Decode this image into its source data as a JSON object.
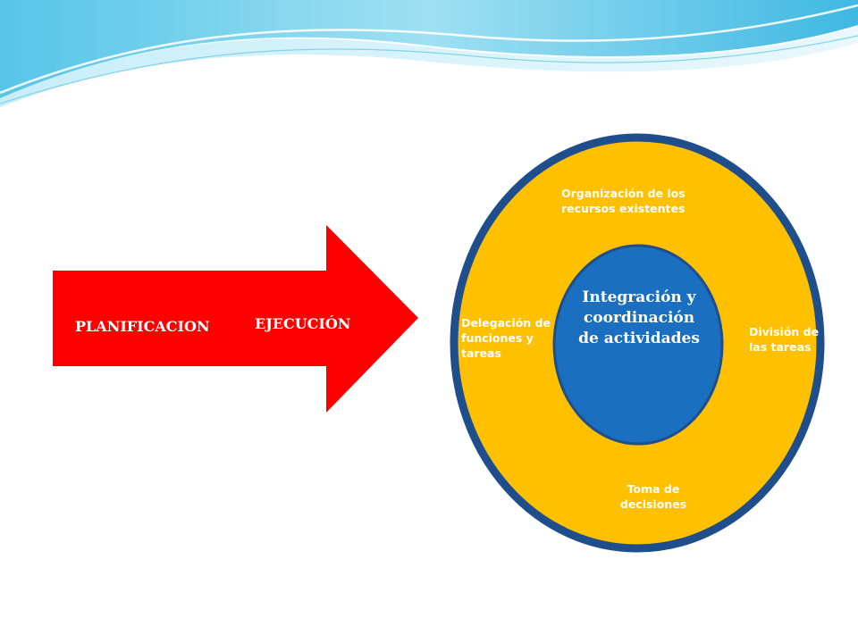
{
  "slide": {
    "arrow": {
      "label_left": "PLANIFICACION",
      "label_right": "EJECUCIÓN"
    },
    "outer_circle": {
      "top_label": "Organización de los recursos existentes",
      "left_label": "Delegación de funciones y tareas",
      "right_label": "División de las tareas",
      "bottom_label": "Toma de decisiones"
    },
    "inner_circle": {
      "label": "Integración y coordinación de actividades"
    }
  },
  "colors": {
    "arrow": "#ff0000",
    "outer_ring": "#1f4e8c",
    "outer_fill": "#ffc000",
    "inner_fill": "#1b6fc0",
    "header_wave": "#7dd3ee"
  }
}
